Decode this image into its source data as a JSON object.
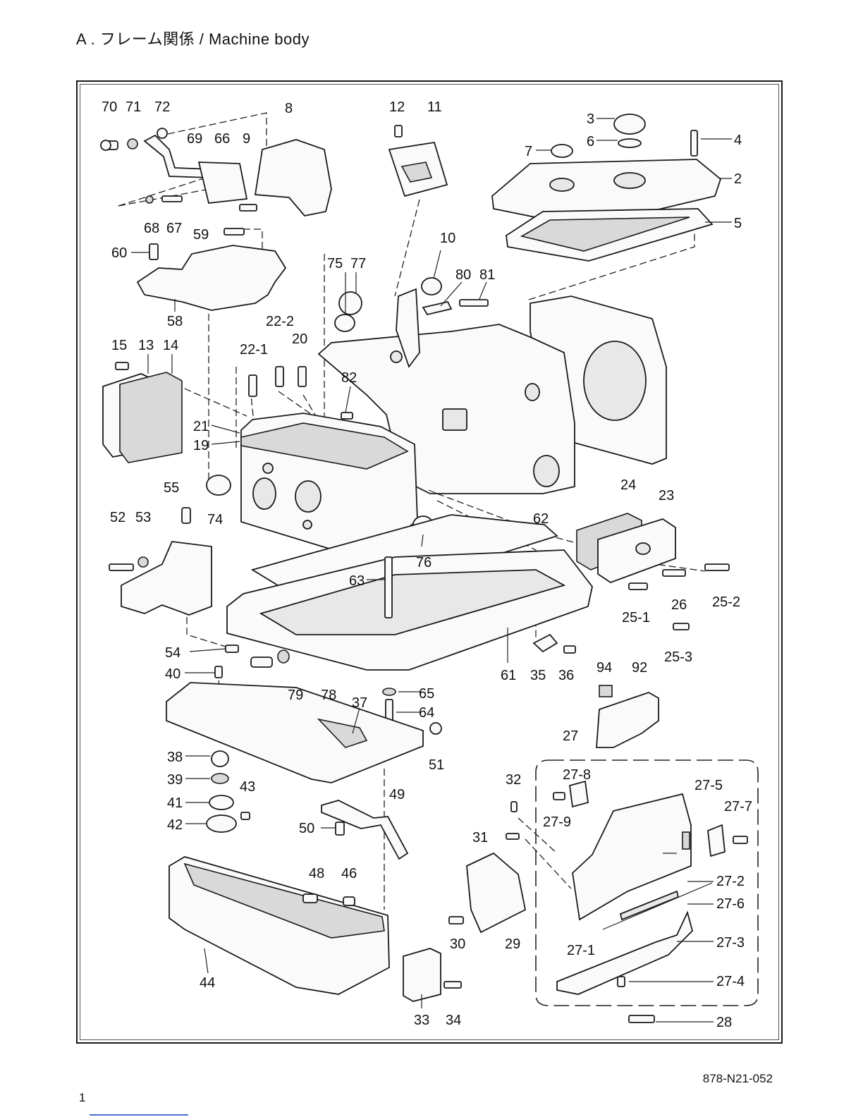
{
  "header": {
    "title": "A . フレーム関係 / Machine body"
  },
  "footer": {
    "doc_code": "878-N21-052",
    "page_number": "1"
  },
  "callouts": {
    "c70": "70",
    "c71": "71",
    "c72": "72",
    "c8": "8",
    "c12": "12",
    "c11": "11",
    "c3": "3",
    "c6": "6",
    "c4": "4",
    "c7": "7",
    "c2": "2",
    "c5": "5",
    "c69": "69",
    "c66": "66",
    "c9": "9",
    "c68": "68",
    "c67": "67",
    "c59": "59",
    "c60": "60",
    "c10": "10",
    "c75": "75",
    "c77": "77",
    "c80": "80",
    "c81": "81",
    "c58": "58",
    "c22_2": "22-2",
    "c15": "15",
    "c13": "13",
    "c14": "14",
    "c22_1": "22-1",
    "c20": "20",
    "c82": "82",
    "c21": "21",
    "c19": "19",
    "c55": "55",
    "c74": "74",
    "c52": "52",
    "c53": "53",
    "c24": "24",
    "c23": "23",
    "c62": "62",
    "c76": "76",
    "c63": "63",
    "c25_2": "25-2",
    "c26": "26",
    "c25_1": "25-1",
    "c25_3": "25-3",
    "c54": "54",
    "c40": "40",
    "c79": "79",
    "c78": "78",
    "c61": "61",
    "c35": "35",
    "c36": "36",
    "c94": "94",
    "c92": "92",
    "c65": "65",
    "c64": "64",
    "c37": "37",
    "c51": "51",
    "c27": "27",
    "c38": "38",
    "c39": "39",
    "c43": "43",
    "c41": "41",
    "c42": "42",
    "c32": "32",
    "c27_8": "27-8",
    "c27_5": "27-5",
    "c27_7": "27-7",
    "c27_9": "27-9",
    "c49": "49",
    "c50": "50",
    "c31": "31",
    "c48": "48",
    "c46": "46",
    "c27_2": "27-2",
    "c27_6": "27-6",
    "c30": "30",
    "c29": "29",
    "c27_3": "27-3",
    "c27_1": "27-1",
    "c44": "44",
    "c27_4": "27-4",
    "c33": "33",
    "c34": "34",
    "c28": "28"
  }
}
